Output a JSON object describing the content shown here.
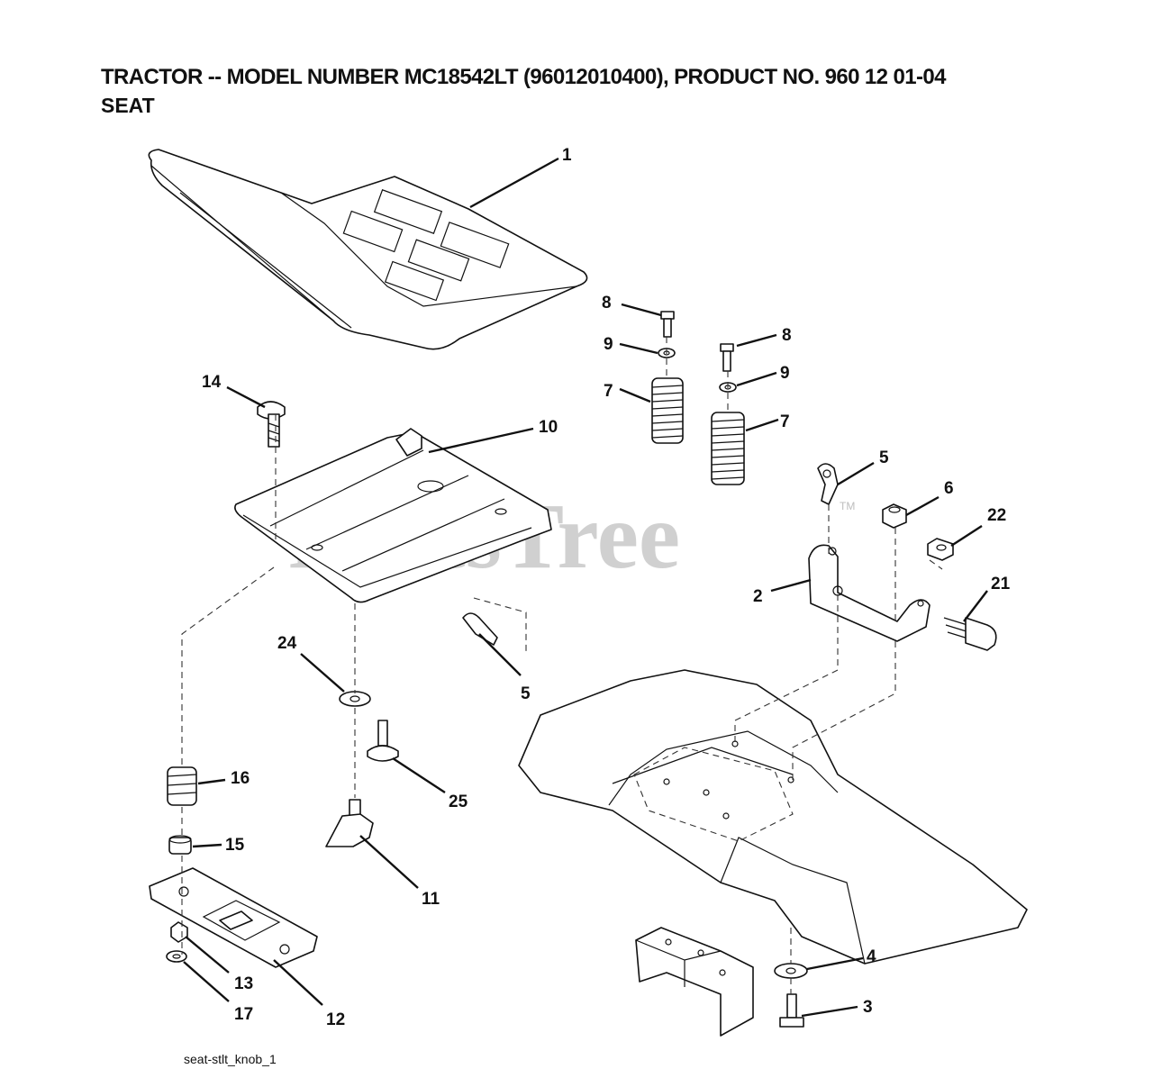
{
  "header": {
    "title": "TRACTOR -- MODEL NUMBER MC18542LT (96012010400), PRODUCT NO. 960 12 01-04",
    "subtitle": "SEAT"
  },
  "watermark": {
    "text": "PartsTree",
    "tm": "TM"
  },
  "figure_id": "seat-stlt_knob_1",
  "callouts": [
    {
      "id": "c1",
      "label": "1"
    },
    {
      "id": "c8a",
      "label": "8"
    },
    {
      "id": "c9a",
      "label": "9"
    },
    {
      "id": "c7a",
      "label": "7"
    },
    {
      "id": "c8b",
      "label": "8"
    },
    {
      "id": "c9b",
      "label": "9"
    },
    {
      "id": "c7b",
      "label": "7"
    },
    {
      "id": "c14",
      "label": "14"
    },
    {
      "id": "c10",
      "label": "10"
    },
    {
      "id": "c5a",
      "label": "5"
    },
    {
      "id": "c6",
      "label": "6"
    },
    {
      "id": "c22",
      "label": "22"
    },
    {
      "id": "c2",
      "label": "2"
    },
    {
      "id": "c21",
      "label": "21"
    },
    {
      "id": "c24",
      "label": "24"
    },
    {
      "id": "c5b",
      "label": "5"
    },
    {
      "id": "c16",
      "label": "16"
    },
    {
      "id": "c25",
      "label": "25"
    },
    {
      "id": "c15",
      "label": "15"
    },
    {
      "id": "c11",
      "label": "11"
    },
    {
      "id": "c4",
      "label": "4"
    },
    {
      "id": "c13",
      "label": "13"
    },
    {
      "id": "c3",
      "label": "3"
    },
    {
      "id": "c17",
      "label": "17"
    },
    {
      "id": "c12",
      "label": "12"
    }
  ]
}
